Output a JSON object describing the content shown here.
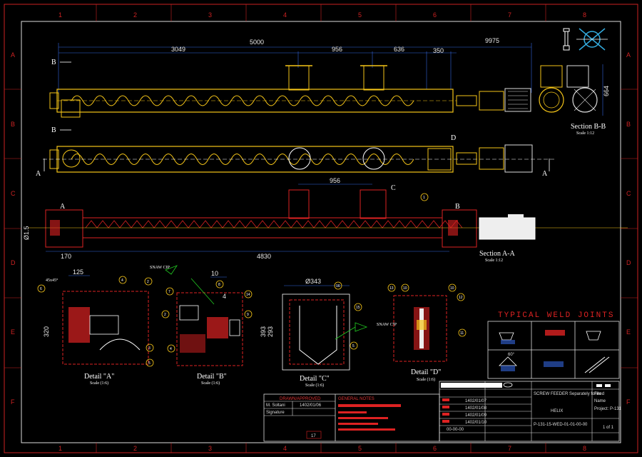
{
  "grid": {
    "columns": [
      "1",
      "2",
      "3",
      "4",
      "5",
      "6",
      "7",
      "8"
    ],
    "rows": [
      "A",
      "B",
      "C",
      "D",
      "E",
      "F"
    ]
  },
  "dims": {
    "overall": "5000",
    "total_right": "9975",
    "seg1": "3049",
    "seg2": "956",
    "seg3": "636",
    "seg4": "350",
    "bb_height": "664",
    "aa_top": "956",
    "aa_bottom_left": "170",
    "aa_bottom": "4830",
    "aa_left": "Ø1.5",
    "det_a_top": "125",
    "det_a_left": "320",
    "det_a_angle": "45x45°",
    "det_b_top": "10",
    "det_b_num": "4",
    "det_c_top": "Ø343",
    "det_c_left1": "393",
    "det_c_left2": "293"
  },
  "labels": {
    "section_bb": "Section B-B",
    "section_bb_scale": "Scale 1:12",
    "section_aa": "Section A-A",
    "section_aa_scale": "Scale 1:12",
    "mark_b": "B",
    "mark_a": "A",
    "mark_c": "C",
    "mark_d": "D",
    "detail_a": "Detail \"A\"",
    "detail_b": "Detail \"B\"",
    "detail_c": "Detail \"C\"",
    "detail_d": "Detail \"D\"",
    "detail_scale": "Scale (1:6)",
    "snap_b": "SNAW CIP",
    "snap_c": "SNAW CIP"
  },
  "balloons": {
    "aa": "1",
    "det_a": [
      "6",
      "4",
      "2",
      "3",
      "5"
    ],
    "det_b": [
      "7",
      "8",
      "2",
      "4",
      "14",
      "9"
    ],
    "det_c": [
      "16",
      "15",
      "5"
    ],
    "det_d": [
      "13",
      "10",
      "12",
      "11",
      "10"
    ]
  },
  "weld": {
    "title": "TYPICAL WELD JOINTS",
    "angle_1": "60°"
  },
  "title_block": {
    "drawn_approved": "DRAWN/APPROVED",
    "name_row": "M. Soltani",
    "name_date": "1402/01/06",
    "signature": "Signature",
    "general_notes": "GENERAL NOTES",
    "revision_dates": [
      "1402/01/07",
      "1402/01/08",
      "1402/01/09",
      "1402/01/10"
    ],
    "description": "SCREW FEEDER Separately formed",
    "material": "HELIX",
    "drawing_no": "P-131-15-WED-01-01-00-00",
    "file": "File",
    "name": "Name",
    "project": "Project: P-131",
    "code_a": "00-00-00",
    "sheet": "1 of 1",
    "bottom_num": "17"
  }
}
